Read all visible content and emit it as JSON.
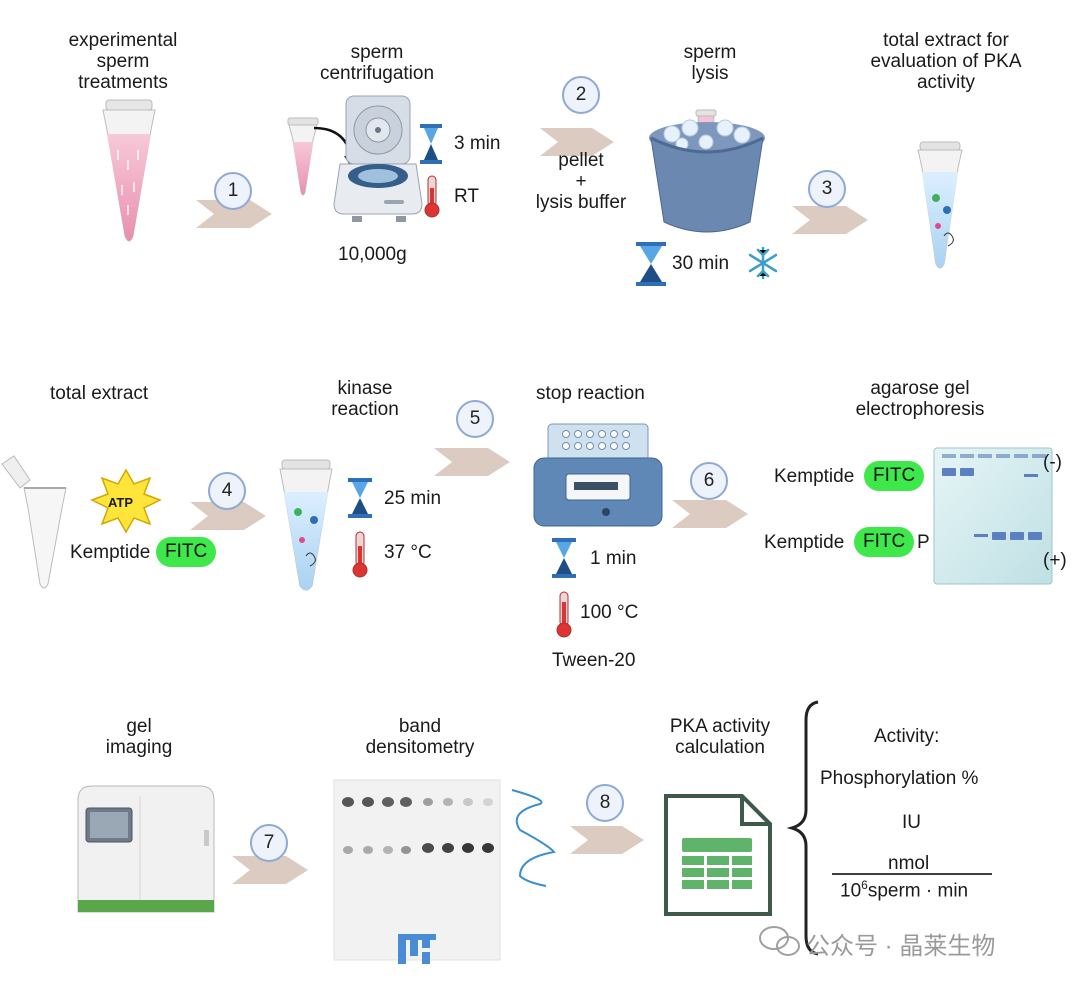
{
  "row1": {
    "treatments_label": "experimental\nsperm\ntreatments",
    "centrifugation_label": "sperm\ncentrifugation",
    "centrifuge_time": "3 min",
    "centrifuge_temp": "RT",
    "centrifuge_speed": "10,000g",
    "pellet_label": "pellet\n+\nlysis buffer",
    "lysis_label": "sperm\nlysis",
    "lysis_time": "30 min",
    "total_extract_label": "total extract for\nevaluation of PKA\nactivity"
  },
  "row2": {
    "total_extract_label": "total extract",
    "atp_label": "ATP",
    "kemptide_label": "Kemptide",
    "fitc_label": "FITC",
    "kinase_label": "kinase\nreaction",
    "kinase_time": "25 min",
    "kinase_temp": "37 °C",
    "stop_label": "stop reaction",
    "stop_time": "1 min",
    "stop_temp": "100 °C",
    "stop_reagent": "Tween-20",
    "gel_label": "agarose gel\nelectrophoresis",
    "gel_kemptide1": "Kemptide",
    "gel_fitc1": "FITC",
    "gel_kemptide2": "Kemptide",
    "gel_fitc2": "FITC",
    "gel_p_suffix": "P",
    "gel_neg": "(-)",
    "gel_pos": "(+)"
  },
  "row3": {
    "imaging_label": "gel\nimaging",
    "densitometry_label": "band\ndensitometry",
    "calc_label": "PKA activity\ncalculation",
    "activity_title": "Activity:",
    "activity_item1": "Phosphorylation %",
    "activity_item2": "IU",
    "fraction_numerator": "nmol",
    "fraction_denominator_base": "10",
    "fraction_denominator_exp": "6",
    "fraction_denominator_rest": "sperm · min"
  },
  "steps": [
    "1",
    "2",
    "3",
    "4",
    "5",
    "6",
    "7",
    "8"
  ],
  "watermark": "公众号 · 晶莱生物",
  "colors": {
    "fitc_green": "#3ee84a",
    "step_border": "#8fa9d6",
    "arrow": "#d8c8be"
  }
}
